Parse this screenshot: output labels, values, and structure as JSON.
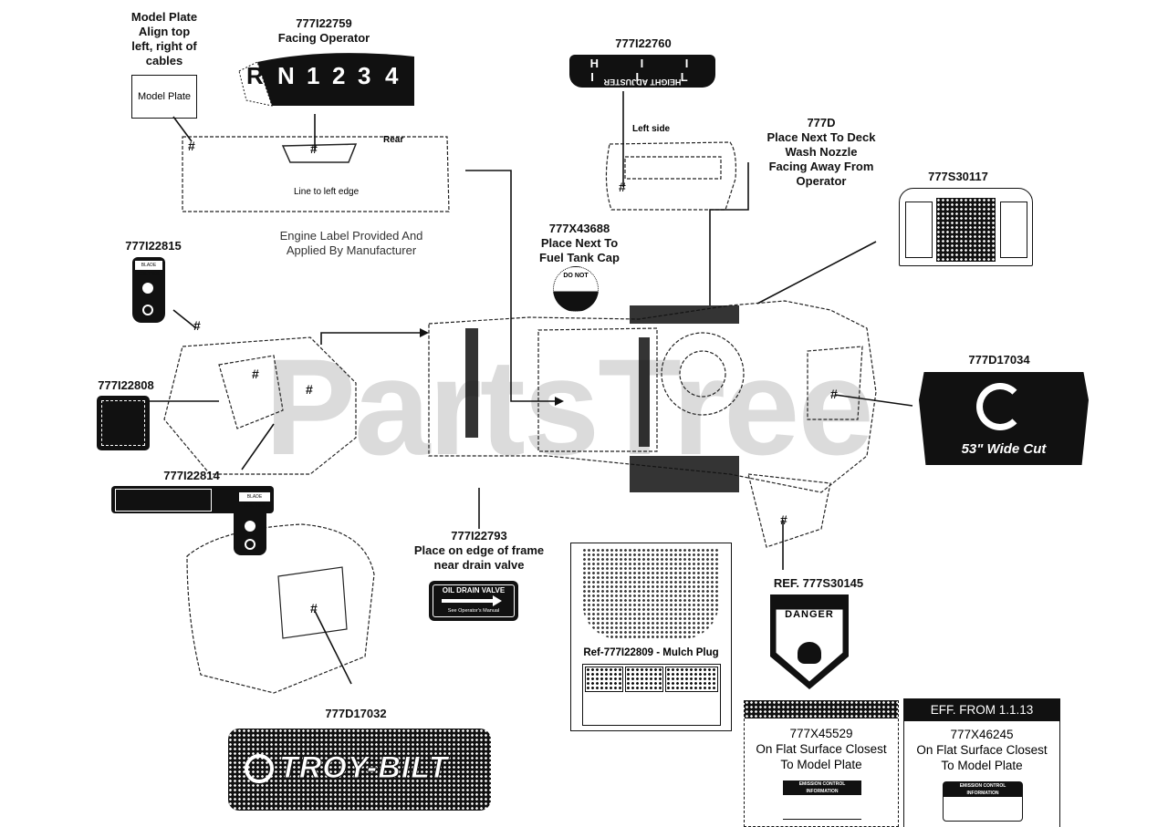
{
  "watermark": "PartsTree",
  "callouts": {
    "model_plate": {
      "title": "Model Plate\nAlign top\nleft, right of\ncables",
      "box_label": "Model Plate"
    },
    "shift_decal": {
      "part": "777I22759",
      "note": "Facing Operator",
      "positions": [
        "R",
        "N",
        "1",
        "2",
        "3",
        "4"
      ]
    },
    "height_adjuster": {
      "part": "777I22760",
      "top_text": "H I I I I L",
      "bottom_text": "HEIGHT ADJUSTER"
    },
    "deck_wash": {
      "part": "777D",
      "note": "Place Next To Deck\nWash Nozzle\nFacing Away From\nOperator"
    },
    "safety_decal": {
      "part": "777S30117"
    },
    "hood_decal": {
      "part": "777D17034",
      "text": "53\" Wide Cut"
    },
    "engine_label": {
      "note": "Engine Label Provided And\nApplied By Manufacturer"
    },
    "fuel_decal": {
      "part": "777X43688",
      "note": "Place Next To\nFuel Tank Cap",
      "text": "DO NOT"
    },
    "pto_decal": {
      "part": "777I22815",
      "header": "BLADE CONTROL"
    },
    "dash_decal": {
      "part": "777I22808"
    },
    "control_decal": {
      "part": "777I22814",
      "header": "BLADE CONTROL"
    },
    "oil_drain": {
      "part": "777I22793",
      "note": "Place on edge of frame\nnear drain valve",
      "title": "OIL DRAIN VALVE",
      "sub": "See Operator's Manual"
    },
    "mulch_plug": {
      "label": "Ref-777I22809 - Mulch Plug"
    },
    "danger_decal": {
      "part": "REF. 777S30145",
      "title": "DANGER"
    },
    "brand_decal": {
      "part": "777D17032",
      "brand": "TROY-BILT"
    },
    "emission_1": {
      "part": "777X45529",
      "note": "On Flat Surface Closest\nTo Model Plate",
      "header": "EMISSION CONTROL INFORMATION"
    },
    "emission_2": {
      "header_bar": "EFF. FROM 1.1.13",
      "part": "777X46245",
      "note": "On Flat Surface Closest\nTo Model Plate",
      "header": "EMISSION CONTROL INFORMATION"
    },
    "dash_panel": {
      "rear": "Rear",
      "line_note": "Line to left edge"
    },
    "steering_side": {
      "note": "Left side"
    }
  }
}
